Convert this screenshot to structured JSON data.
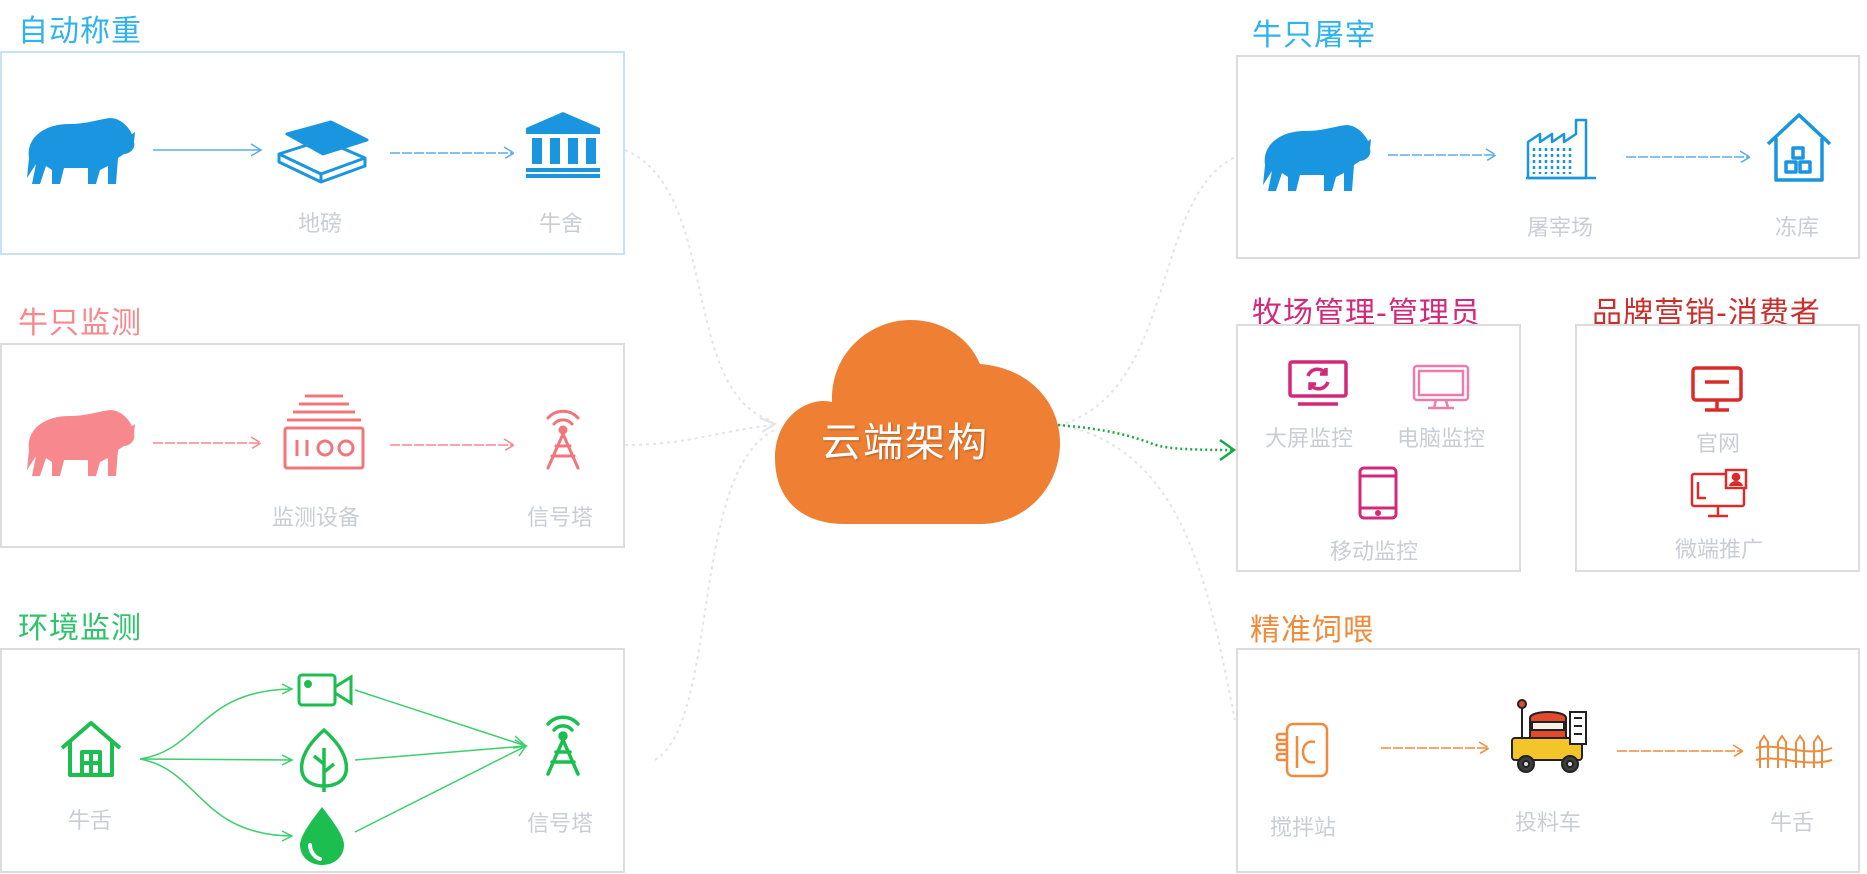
{
  "center": {
    "label": "云端架构"
  },
  "sections": {
    "auto_weigh": {
      "title": "自动称重",
      "labels": [
        "地磅",
        "牛舍"
      ]
    },
    "cattle_monitor": {
      "title": "牛只监测",
      "labels": [
        "监测设备",
        "信号塔"
      ]
    },
    "env_monitor": {
      "title": "环境监测",
      "labels": [
        "牛舌",
        "信号塔"
      ]
    },
    "slaughter": {
      "title": "牛只屠宰",
      "labels": [
        "屠宰场",
        "冻库"
      ]
    },
    "ranch_mgmt": {
      "title": "牧场管理-管理员",
      "labels": [
        "大屏监控",
        "电脑监控",
        "移动监控"
      ]
    },
    "brand_mkt": {
      "title": "品牌营销-消费者",
      "labels": [
        "官网",
        "微端推广"
      ]
    },
    "precise_feed": {
      "title": "精准饲喂",
      "labels": [
        "搅拌站",
        "投料车",
        "牛舌"
      ]
    }
  },
  "colors": {
    "blue": "#1a96e0",
    "pink": "#f7888d",
    "green": "#1cbf4f",
    "magenta": "#d3297b",
    "red": "#d82d2b",
    "orange": "#ef8b3d",
    "cloud": "#ee7f33"
  },
  "icons": {
    "auto_weigh": [
      "bison-icon",
      "scale-icon",
      "barn-icon"
    ],
    "cattle_monitor": [
      "bison-icon",
      "monitor-device-icon",
      "signal-tower-icon"
    ],
    "env_monitor": [
      "house-icon",
      "camera-icon",
      "leaf-icon",
      "water-drop-icon",
      "signal-tower-icon"
    ],
    "slaughter": [
      "bison-icon",
      "factory-icon",
      "warehouse-icon"
    ],
    "ranch_mgmt": [
      "big-screen-icon",
      "computer-icon",
      "tablet-icon"
    ],
    "brand_mkt": [
      "website-icon",
      "promotion-icon"
    ],
    "precise_feed": [
      "mixing-station-icon",
      "feed-truck-icon",
      "fence-icon"
    ]
  }
}
